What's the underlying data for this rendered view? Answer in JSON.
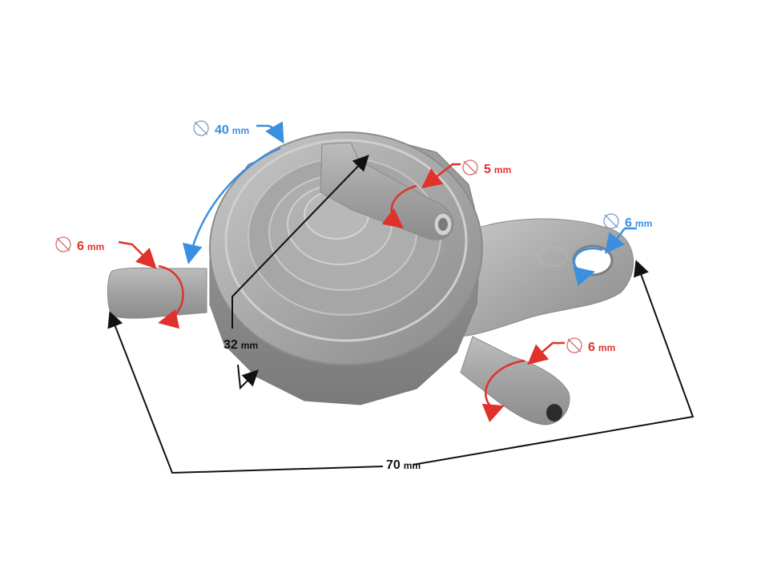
{
  "image": {
    "subject": "fuel vacuum valve / petcock",
    "background_color": "#ffffff",
    "part_color": "#a9a9a9"
  },
  "colors": {
    "red_annotation": "#e0322b",
    "blue_annotation": "#3a8fe0",
    "black_annotation": "#111111"
  },
  "annotations": {
    "body_diameter": {
      "symbol": "diameter-icon",
      "value": "40",
      "unit": "mm",
      "color": "blue"
    },
    "top_nozzle": {
      "symbol": "diameter-icon",
      "value": "5",
      "unit": "mm",
      "color": "red"
    },
    "left_nozzle": {
      "symbol": "diameter-icon",
      "value": "6",
      "unit": "mm",
      "color": "red"
    },
    "mount_hole": {
      "symbol": "diameter-icon",
      "value": "6",
      "unit": "mm",
      "color": "blue"
    },
    "bottom_nozzle": {
      "symbol": "diameter-icon",
      "value": "6",
      "unit": "mm",
      "color": "red"
    },
    "height": {
      "value": "32",
      "unit": "mm",
      "color": "black"
    },
    "overall_length": {
      "value": "70",
      "unit": "mm",
      "color": "black"
    }
  }
}
